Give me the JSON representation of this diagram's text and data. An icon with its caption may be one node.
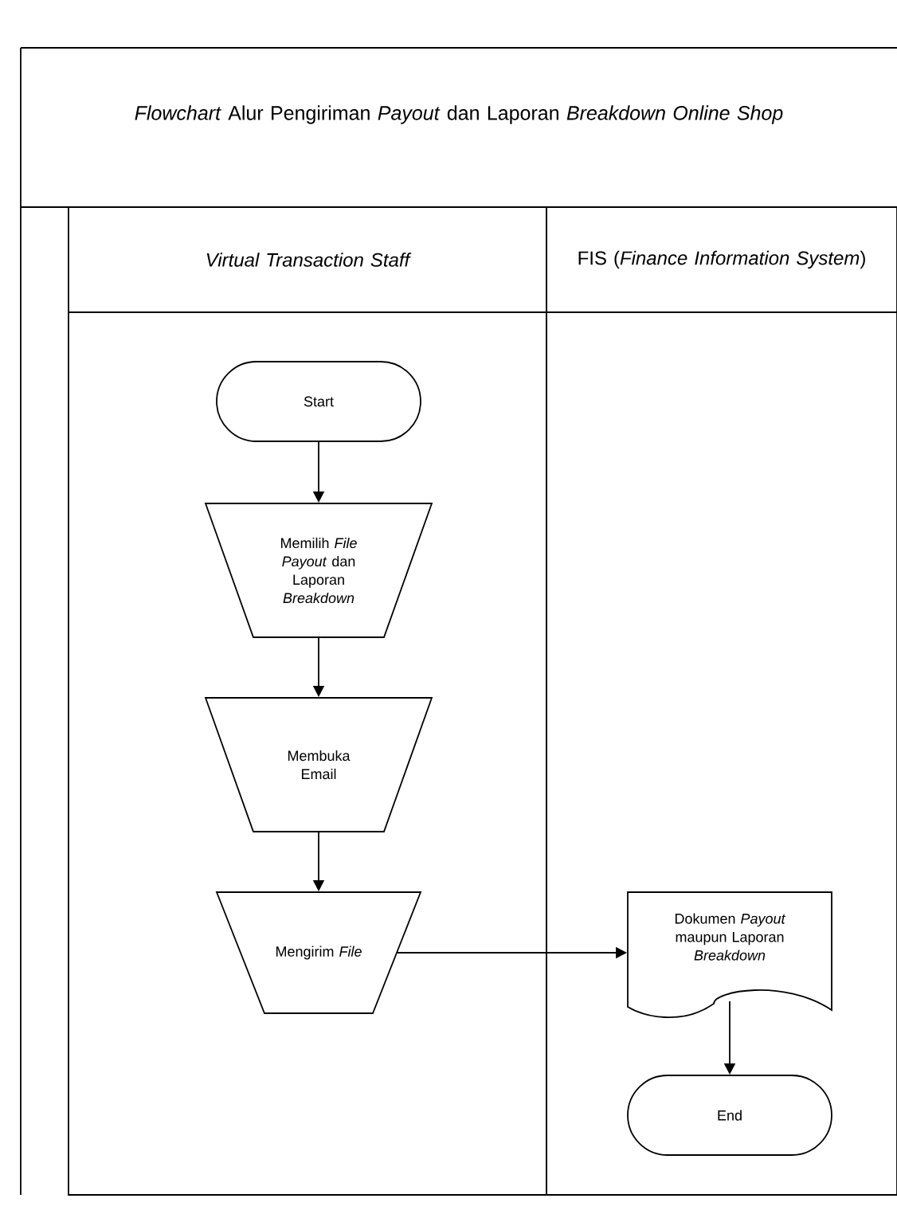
{
  "diagram": {
    "title": "*Flowchart* Alur Pengiriman *Payout* dan Laporan *Breakdown* *Online Shop*",
    "nodes": [
      {
        "text": [
          "Virtual Transaction Staff"
        ]
      },
      {
        "text": [
          "FIS (*Finance Information System*)"
        ]
      },
      {
        "text": [
          "Start"
        ],
        "in": 0
      },
      {
        "text": [
          "Memilih *File* *Payout* dan Laporan *Breakdown*"
        ],
        "in": 0
      },
      {
        "text": [
          "Membuka Email"
        ],
        "in": 0
      },
      {
        "text": [
          "Mengirim *File*"
        ],
        "in": 0
      },
      {
        "text": [
          "Dokumen *Payout* maupun Laporan *Breakdown*"
        ],
        "in": 1
      },
      {
        "text": [
          "End"
        ],
        "in": 1
      }
    ],
    "edges": [
      {
        "from": 2,
        "to": 3,
        "arrow": "to"
      },
      {
        "from": 3,
        "to": 4,
        "arrow": "to"
      },
      {
        "from": 4,
        "to": 5,
        "arrow": "to"
      },
      {
        "from": 5,
        "to": 6,
        "arrow": "to"
      },
      {
        "from": 6,
        "to": 7,
        "arrow": "to"
      }
    ]
  }
}
